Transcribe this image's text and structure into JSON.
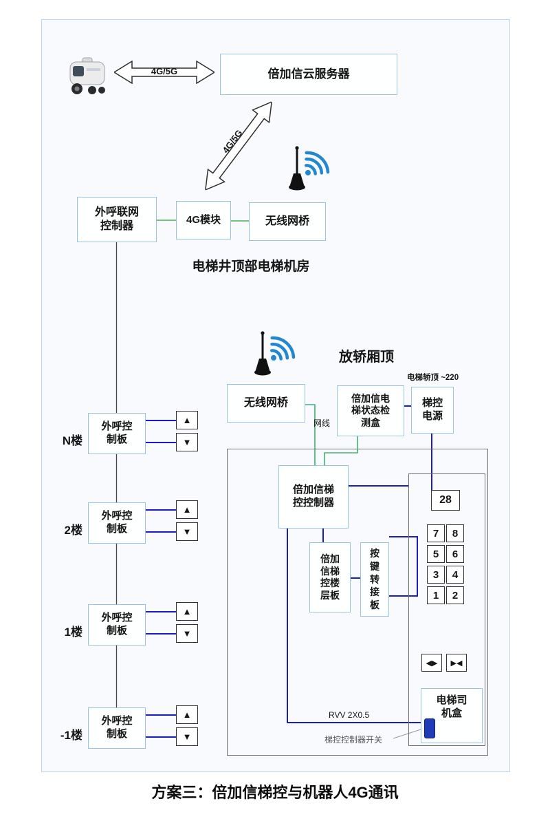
{
  "page": {
    "title": "方案三：倍加信梯控与机器人4G通讯"
  },
  "cloud_link": {
    "label": "4G/5G"
  },
  "diag_link": {
    "label": "4G/5G"
  },
  "cloud_server": {
    "label": "倍加信云服务器"
  },
  "machine_room": {
    "caption": "电梯井顶部电梯机房",
    "outcall_controller": "外呼联网\n控制器",
    "module_4g": "4G模块",
    "wireless_bridge": "无线网桥"
  },
  "car_top": {
    "caption": "放轿厢顶",
    "wireless_bridge": "无线网桥",
    "status_box": "倍加信电\n梯状态检\n测盒",
    "power": "梯控\n电源",
    "power_note": "电梯轿顶 ~220",
    "cable_label": "网线"
  },
  "panel": {
    "controller": "倍加信梯\n控控制器",
    "floor_board": "倍加\n信梯\n控楼\n层板",
    "key_adapter": "按\n键\n转\n接\n板",
    "display": "28",
    "buttons": [
      "7",
      "8",
      "5",
      "6",
      "3",
      "4",
      "1",
      "2"
    ],
    "door_open": "◀▶",
    "door_close": "▶◀",
    "driver_box": "电梯司\n机盒",
    "cable_label": "RVV 2X0.5",
    "switch_label": "梯控控制器开关"
  },
  "floors": [
    {
      "label": "N楼",
      "board": "外呼控\n制板"
    },
    {
      "label": "2楼",
      "board": "外呼控\n制板"
    },
    {
      "label": "1楼",
      "board": "外呼控\n制板"
    },
    {
      "label": "-1楼",
      "board": "外呼控\n制板"
    }
  ],
  "icons": {
    "up": "▲",
    "down": "▼"
  },
  "colors": {
    "accent_border": "#9cc2e5",
    "line_green": "#4caf50",
    "line_teal": "#3cb371",
    "line_blue": "#1c1cc4",
    "wifi_blue": "#2287ce",
    "switch_blue": "#1f3bb8"
  }
}
